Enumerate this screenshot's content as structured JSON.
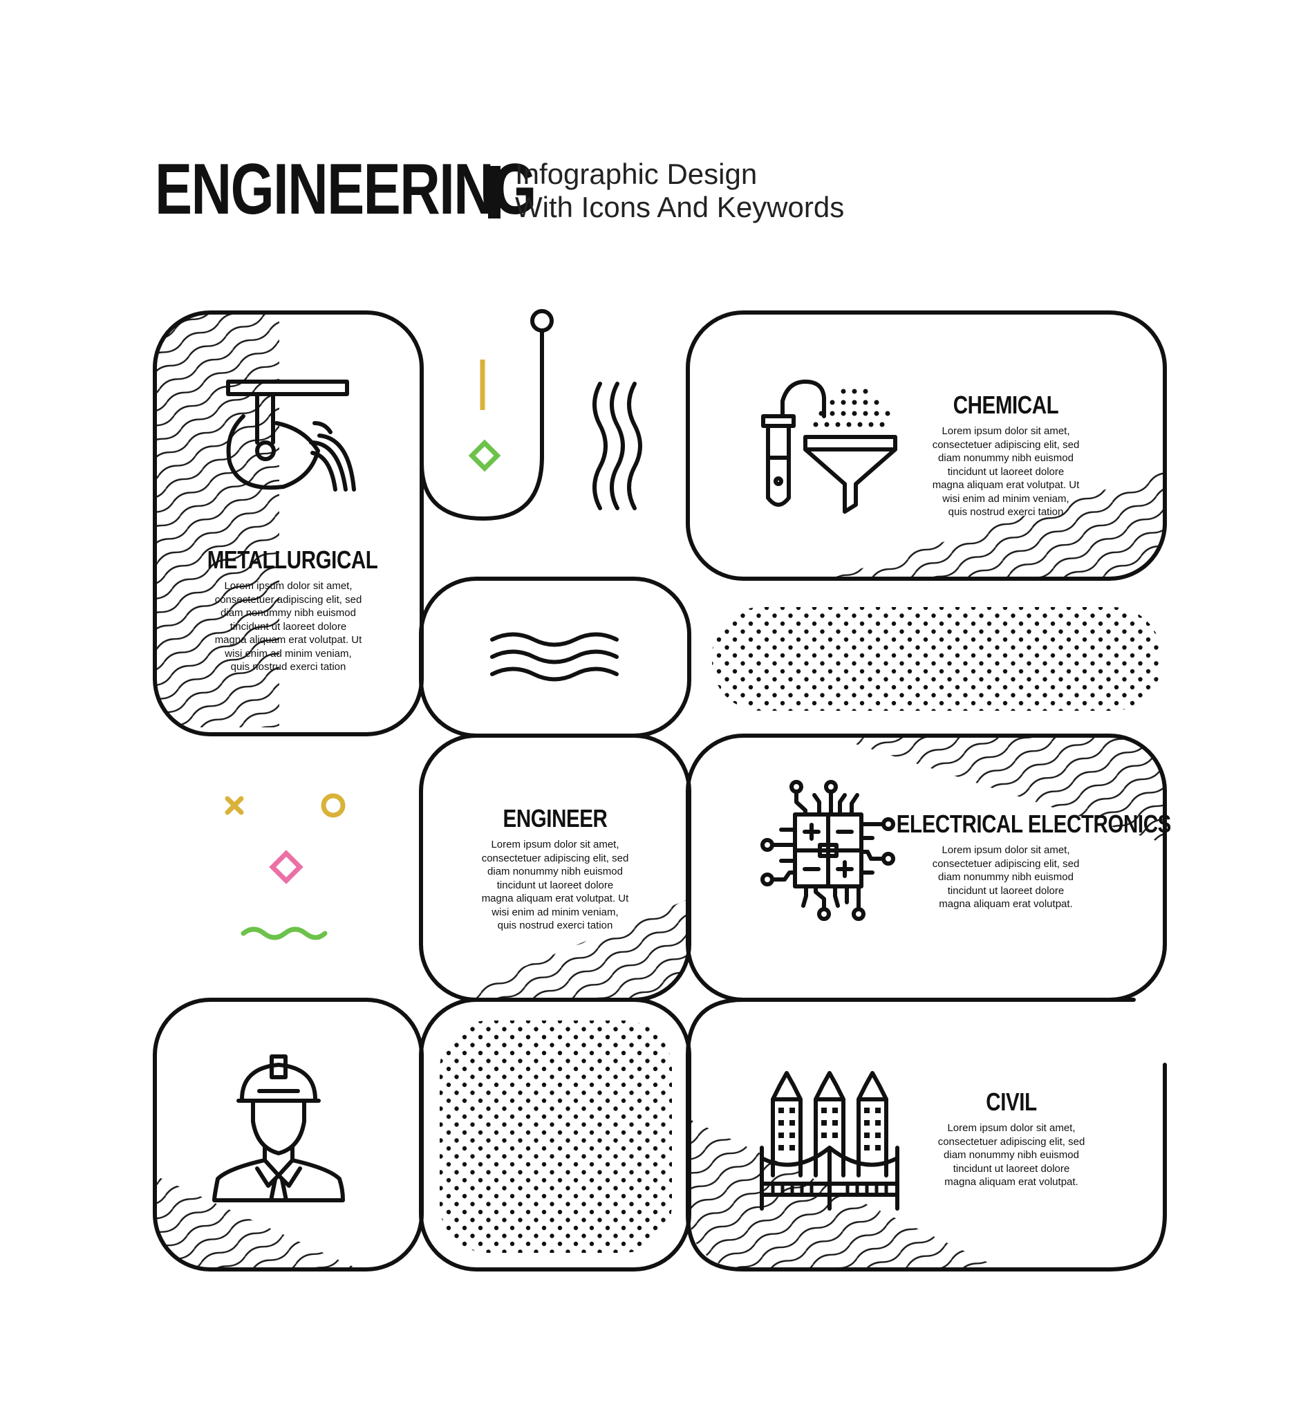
{
  "header": {
    "title": "ENGINEERING",
    "subtitle_line1": "Infographic Design",
    "subtitle_line2": "With Icons And Keywords"
  },
  "sections": {
    "metallurgical": {
      "title": "METALLURGICAL",
      "text": "Lorem ipsum dolor sit amet,\nconsectetuer adipiscing elit, sed\ndiam nonummy nibh euismod\ntincidunt ut laoreet dolore\nmagna aliquam erat volutpat. Ut\nwisi enim ad minim veniam,\nquis nostrud exerci tation",
      "icon": "ladle-pouring-icon"
    },
    "chemical": {
      "title": "CHEMICAL",
      "text": "Lorem ipsum dolor sit amet,\nconsectetuer adipiscing elit, sed\ndiam nonummy nibh euismod\ntincidunt ut laoreet dolore\nmagna aliquam erat volutpat. Ut\nwisi enim ad minim veniam,\nquis nostrud exerci tation",
      "icon": "test-tube-funnel-icon"
    },
    "engineer": {
      "title": "ENGINEER",
      "text": "Lorem ipsum dolor sit amet,\nconsectetuer adipiscing elit, sed\ndiam nonummy nibh euismod\ntincidunt ut laoreet dolore\nmagna aliquam erat volutpat. Ut\nwisi enim ad minim veniam,\nquis nostrud exerci tation",
      "icon": "engineer-hardhat-icon"
    },
    "electrical": {
      "title": "ELECTRICAL ELECTRONICS",
      "text": "Lorem ipsum dolor sit amet,\nconsectetuer adipiscing elit, sed\ndiam nonummy nibh euismod\ntincidunt ut laoreet dolore\nmagna aliquam erat volutpat.",
      "icon": "circuit-chip-icon"
    },
    "civil": {
      "title": "CIVIL",
      "text": "Lorem ipsum dolor sit amet,\nconsectetuer adipiscing elit, sed\ndiam nonummy nibh euismod\ntincidunt ut laoreet dolore\nmagna aliquam erat volutpat.",
      "icon": "city-bridge-icon"
    }
  },
  "colors": {
    "outline": "#111111",
    "accent_yellow": "#d9b23a",
    "accent_green": "#6cc24a",
    "accent_pink": "#ec6fa5",
    "wave_pink": "#f4c6d6",
    "wave_blue": "#bcd8f2",
    "wave_green": "#cfe9c4",
    "wave_red": "#f6c9c9",
    "wave_yellow": "#f5dcb0"
  }
}
